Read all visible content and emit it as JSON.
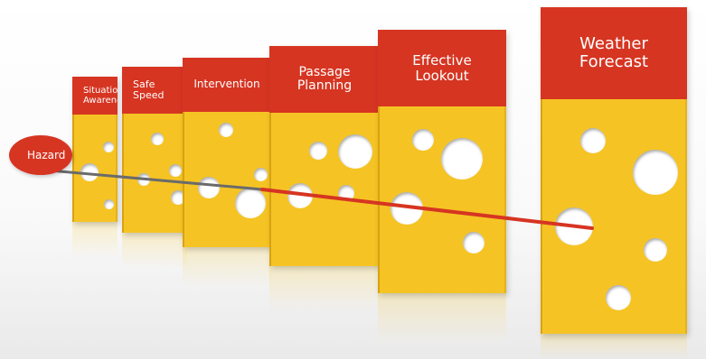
{
  "hazard": {
    "label": "Hazard"
  },
  "slices": [
    {
      "id": "situational-awareness",
      "label": "Situational\nAwareness"
    },
    {
      "id": "safe-speed",
      "label": "Safe Speed"
    },
    {
      "id": "intervention",
      "label": "Intervention"
    },
    {
      "id": "passage-planning",
      "label": "Passage\nPlanning"
    },
    {
      "id": "effective-lookout",
      "label": "Effective\nLookout"
    },
    {
      "id": "weather-forecast",
      "label": "Weather\nForecast"
    }
  ],
  "colors": {
    "header_red": "#d63522",
    "cheese_yellow": "#f5c424",
    "trajectory_red": "#d63522",
    "trajectory_gray": "#6b6b6b"
  }
}
